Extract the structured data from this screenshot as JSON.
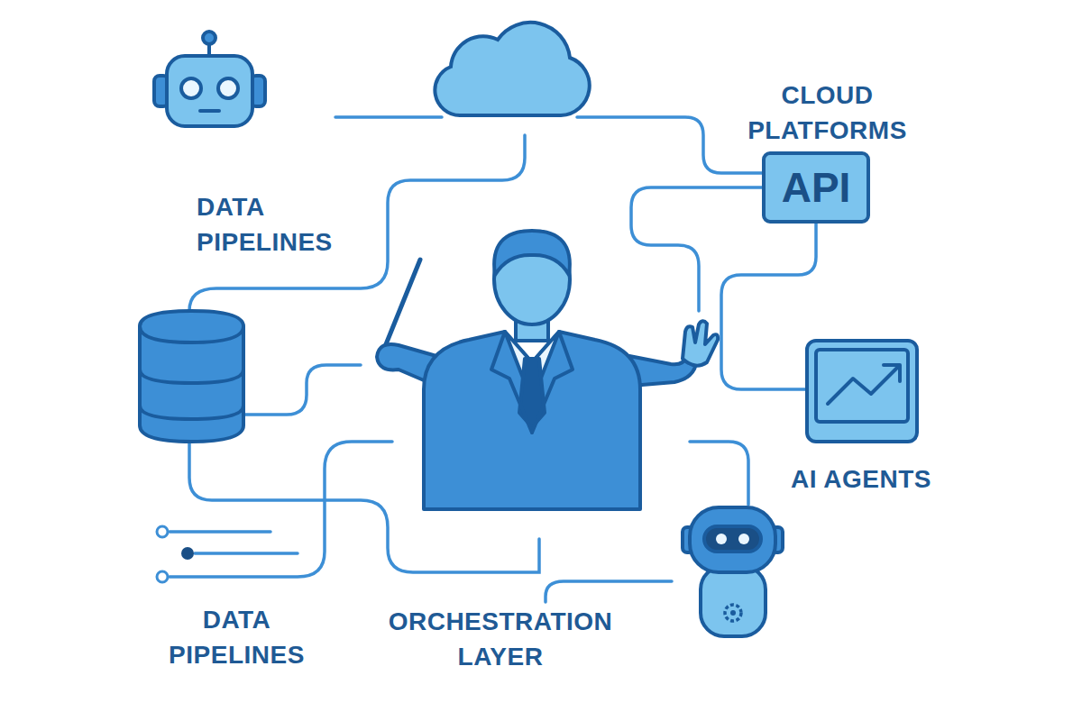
{
  "diagram": {
    "nodes": [
      {
        "text": [
          "API"
        ]
      }
    ],
    "labels": [
      "DATA PIPELINES",
      "CLOUD PLATFORMS",
      "AI AGENTS",
      "DATA PIPELINES",
      "ORCHESTRATION LAYER"
    ]
  }
}
